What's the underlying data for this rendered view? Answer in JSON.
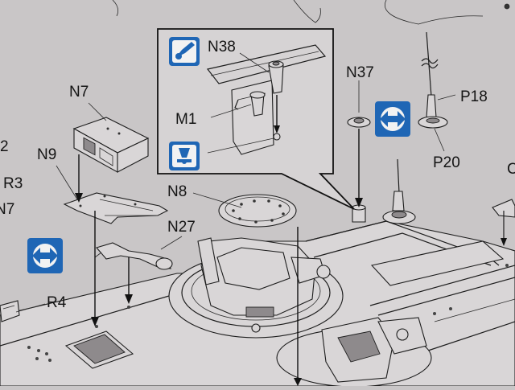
{
  "callouts": {
    "N7": "N7",
    "N9": "N9",
    "N8": "N8",
    "N27": "N27",
    "N37": "N37",
    "N38": "N38",
    "M1": "M1",
    "P18": "P18",
    "P20": "P20",
    "R4": "R4"
  },
  "edge_labels": {
    "left_top": "2",
    "left_r3": "R3",
    "left_n7": "N7",
    "right_c": "C"
  },
  "icons": {
    "glue": "glue-drop-icon",
    "cement_inside": "glue-inside-icon",
    "rotate_movable_1": "double-arrow-movable-icon",
    "rotate_movable_2": "double-arrow-movable-icon"
  },
  "colors": {
    "paper": "#c9c6c7",
    "ink": "#1d1d1d",
    "icon_blue": "#1f66b5"
  }
}
